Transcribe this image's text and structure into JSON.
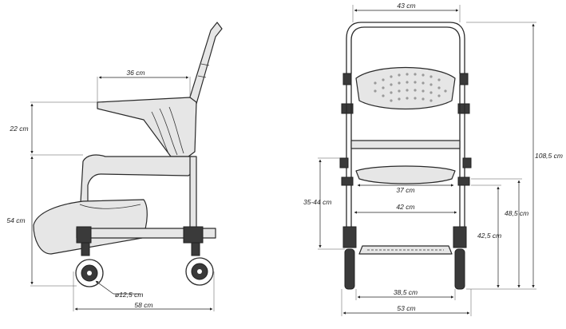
{
  "dimensions": {
    "seat_width_top": "43 cm",
    "back_depth": "36 cm",
    "armrest_height": "22 cm",
    "seat_height": "54 cm",
    "wheel_diameter": "ø12,5 cm",
    "overall_length": "58 cm",
    "total_height": "108,5 cm",
    "seat_height_range": "35-44 cm",
    "seat_inner_width": "37 cm",
    "width_between_arms": "42 cm",
    "height_48": "48,5 cm",
    "height_42": "42,5 cm",
    "footplate_width": "38,5 cm",
    "overall_width": "53 cm"
  },
  "colors": {
    "line": "#2a2a2a",
    "fill": "#e6e6e6"
  }
}
